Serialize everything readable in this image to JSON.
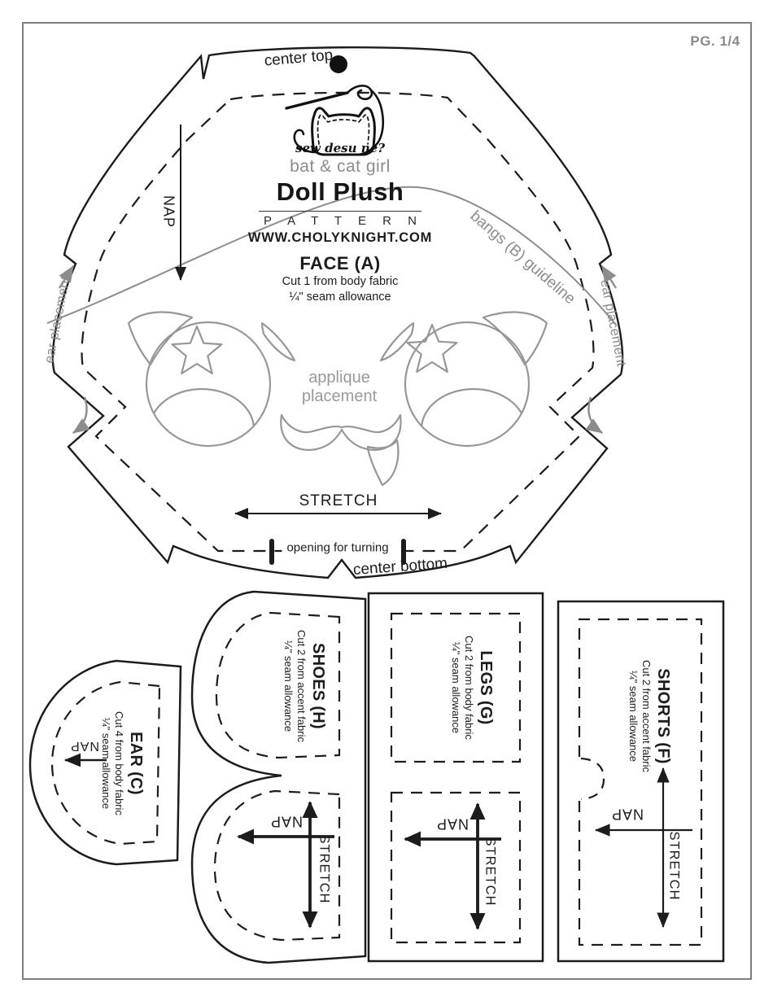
{
  "page": {
    "label": "PG. 1/4"
  },
  "logo": {
    "text": "sew desu ne?"
  },
  "header": {
    "subtitle": "bat & cat girl",
    "title": "Doll Plush",
    "word": "P A T T E R N",
    "website": "WWW.CHOLYKNIGHT.COM"
  },
  "face": {
    "name": "FACE (A)",
    "cut": "Cut 1 from body fabric",
    "seam": "¼\" seam allowance",
    "center_top": "center top",
    "center_bottom": "center bottom",
    "nap": "NAP",
    "stretch": "STRETCH",
    "opening": "opening for turning",
    "bangs": "bangs (B) guideline",
    "ear_left": "ear placement",
    "ear_right": "ear placement",
    "applique_line1": "applique",
    "applique_line2": "placement"
  },
  "pieces": {
    "ear": {
      "name": "EAR (C)",
      "cut": "Cut 4 from body fabric",
      "seam": "¼\" seam allowance",
      "nap": "NAP"
    },
    "shoes": {
      "name": "SHOES (H)",
      "cut": "Cut 2 from accent fabric",
      "seam": "¼\" seam allowance",
      "nap": "NAP",
      "stretch": "STRETCH"
    },
    "legs": {
      "name": "LEGS (G)",
      "cut": "Cut 2 from body fabric",
      "seam": "¼\" seam allowance",
      "nap": "NAP",
      "stretch": "STRETCH"
    },
    "shorts": {
      "name": "SHORTS (F)",
      "cut": "Cut 2 from accent fabric",
      "seam": "¼\" seam allowance",
      "nap": "NAP",
      "stretch": "STRETCH"
    }
  },
  "colors": {
    "line": "#1c1c1c",
    "gray": "#8c8c8c",
    "border": "#7d7d7d"
  }
}
